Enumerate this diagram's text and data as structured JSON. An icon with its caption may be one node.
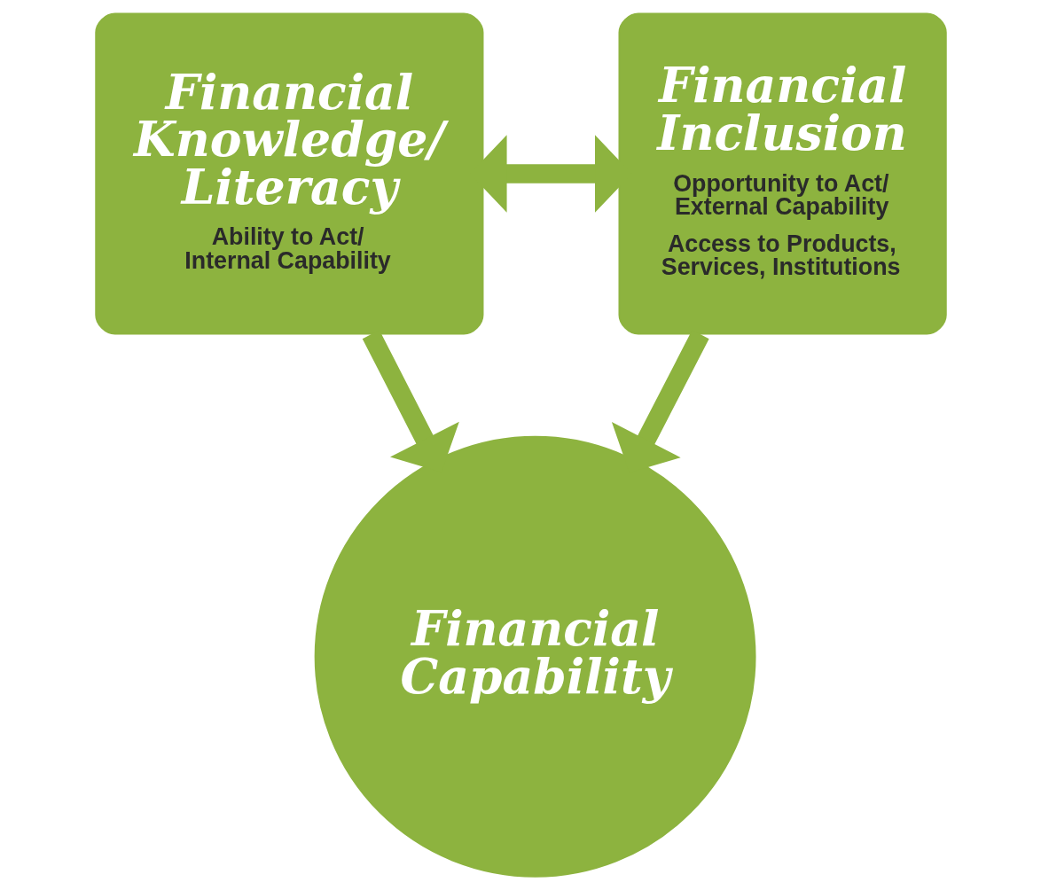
{
  "diagram": {
    "nodes": [
      {
        "text": [
          "Financial Knowledge/ Literacy",
          "Ability to Act/ Internal Capability"
        ]
      },
      {
        "text": [
          "Financial Inclusion",
          "Opportunity to Act/ External Capability",
          "Access to Products, Services, Institutions"
        ]
      },
      {
        "text": [
          "Financial Capability"
        ]
      }
    ],
    "edges": [
      {
        "from": 0,
        "to": 1,
        "arrow": "both"
      },
      {
        "from": 0,
        "to": 2,
        "arrow": "to"
      },
      {
        "from": 1,
        "to": 2,
        "arrow": "to"
      }
    ]
  }
}
